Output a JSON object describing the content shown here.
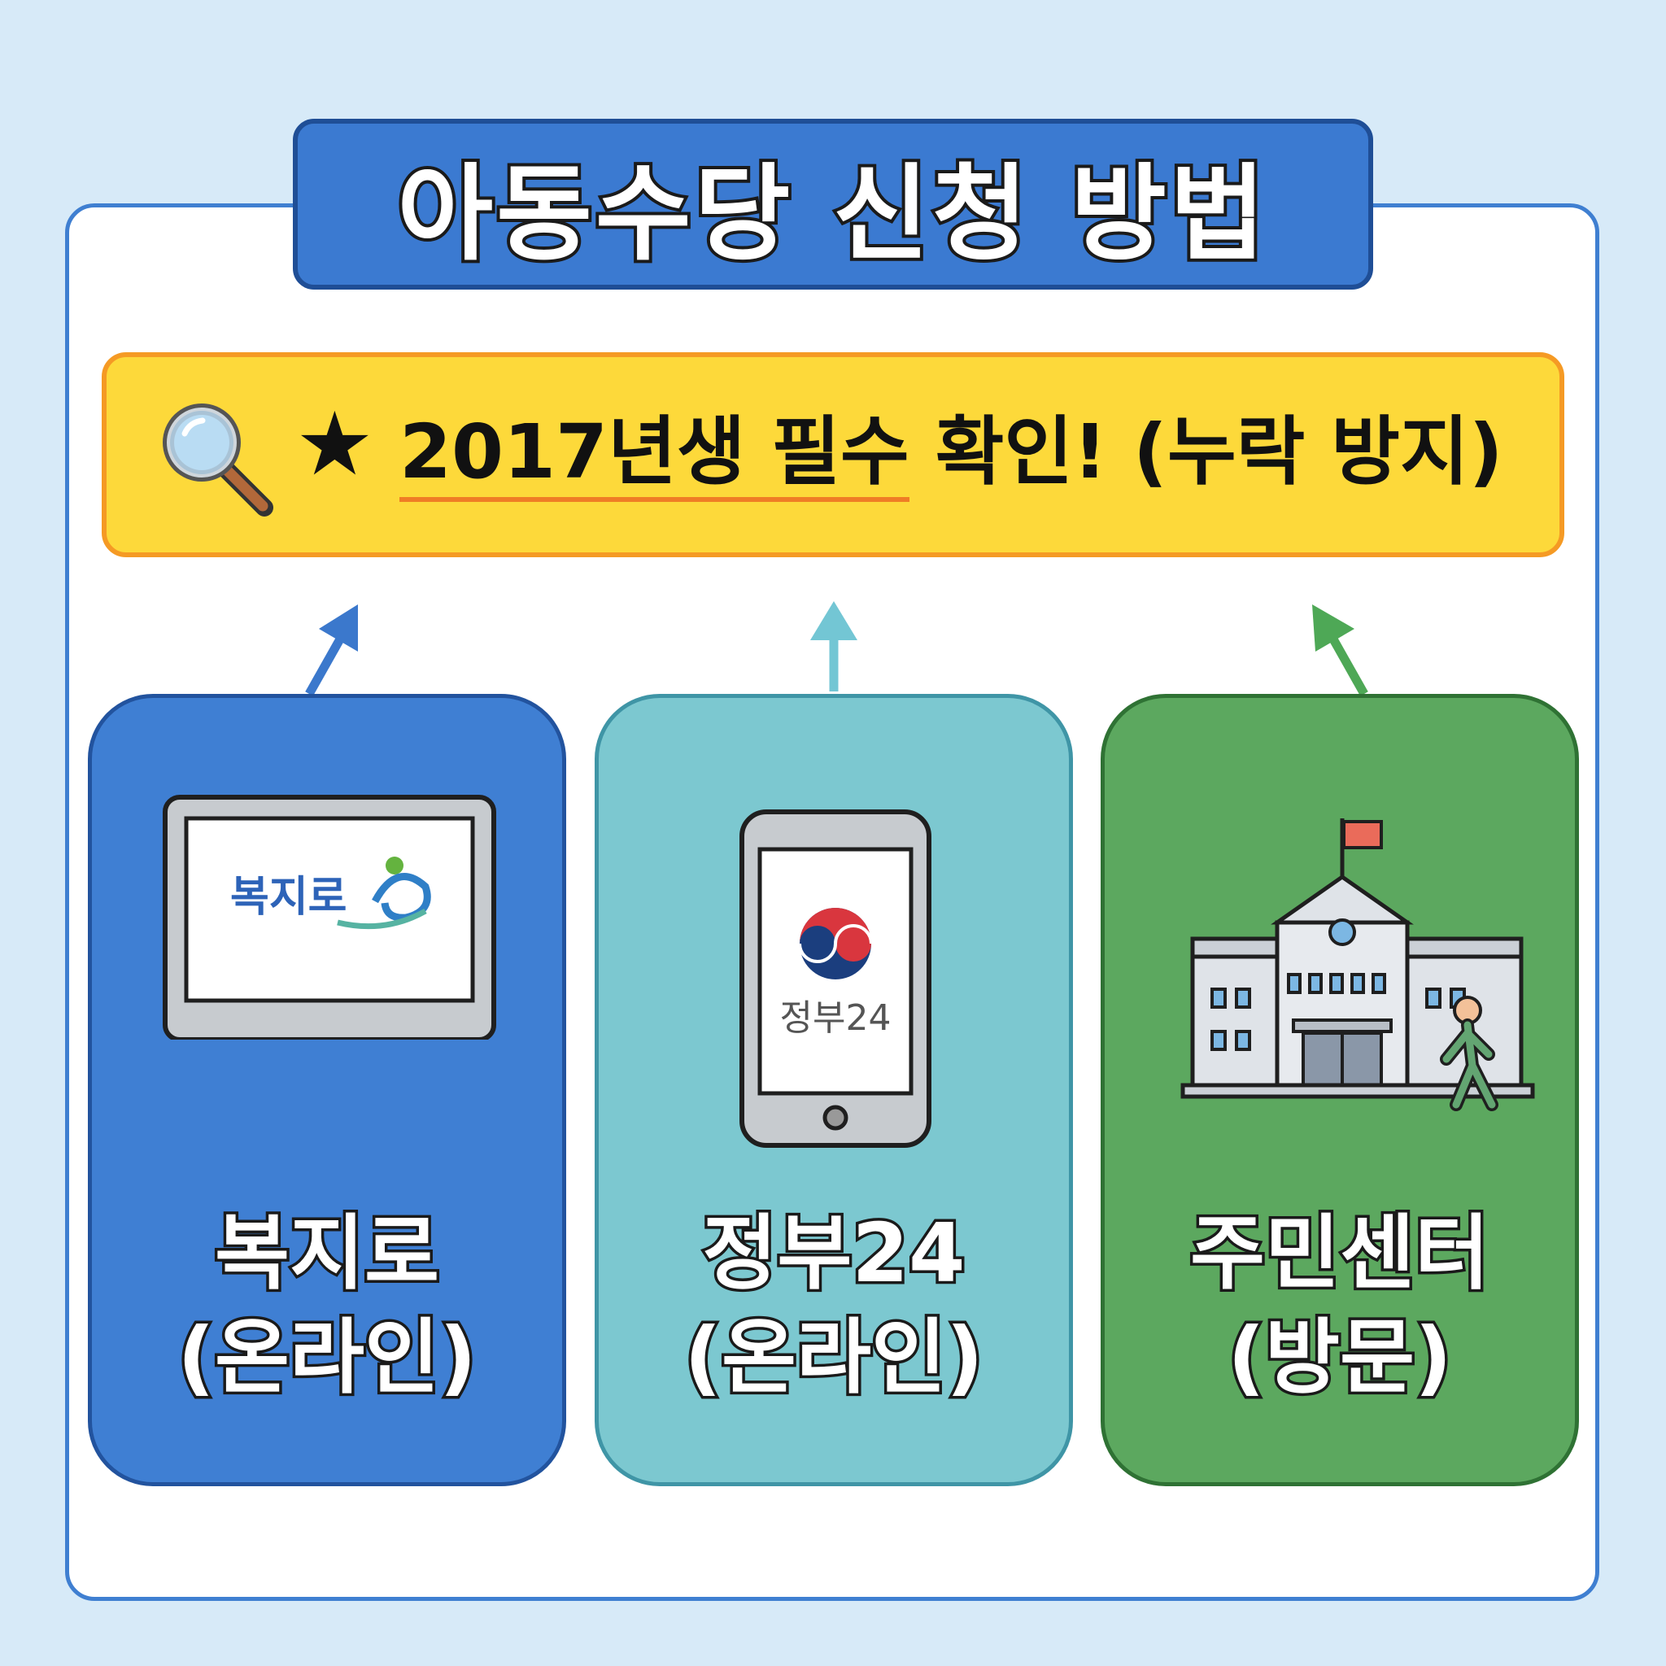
{
  "title": "아동수당 신청 방법",
  "notice": {
    "star": "★",
    "highlight": "2017년생 필수",
    "rest": "확인! (누락 방지)"
  },
  "cards": [
    {
      "name": "복지로",
      "sub": "(온라인)",
      "screen_logo": "복지로",
      "color": "#3f7fd3"
    },
    {
      "name": "정부24",
      "sub": "(온라인)",
      "screen_logo": "정부24",
      "color": "#7cc8d0"
    },
    {
      "name": "주민센터",
      "sub": "(방문)",
      "color": "#5ca85f"
    }
  ],
  "icons": [
    "magnifier-icon",
    "star-icon",
    "arrow-up-icon",
    "monitor-icon",
    "smartphone-icon",
    "building-icon",
    "walking-person-icon",
    "flag-icon",
    "taegeuk-emblem-icon"
  ]
}
